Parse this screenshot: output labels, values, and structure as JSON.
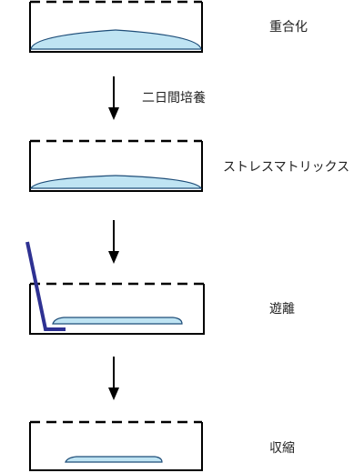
{
  "colors": {
    "outline": "#000000",
    "gel_fill": "#bfe4f3",
    "gel_stroke": "#1f4e79",
    "spatula": "#2e3192"
  },
  "steps": [
    {
      "label": "重合化"
    },
    {
      "label": "ストレスマトリックス"
    },
    {
      "label": "遊離"
    },
    {
      "label": "収縮"
    }
  ],
  "arrows": [
    {
      "label": "二日間培養"
    },
    {
      "label": ""
    },
    {
      "label": ""
    }
  ]
}
